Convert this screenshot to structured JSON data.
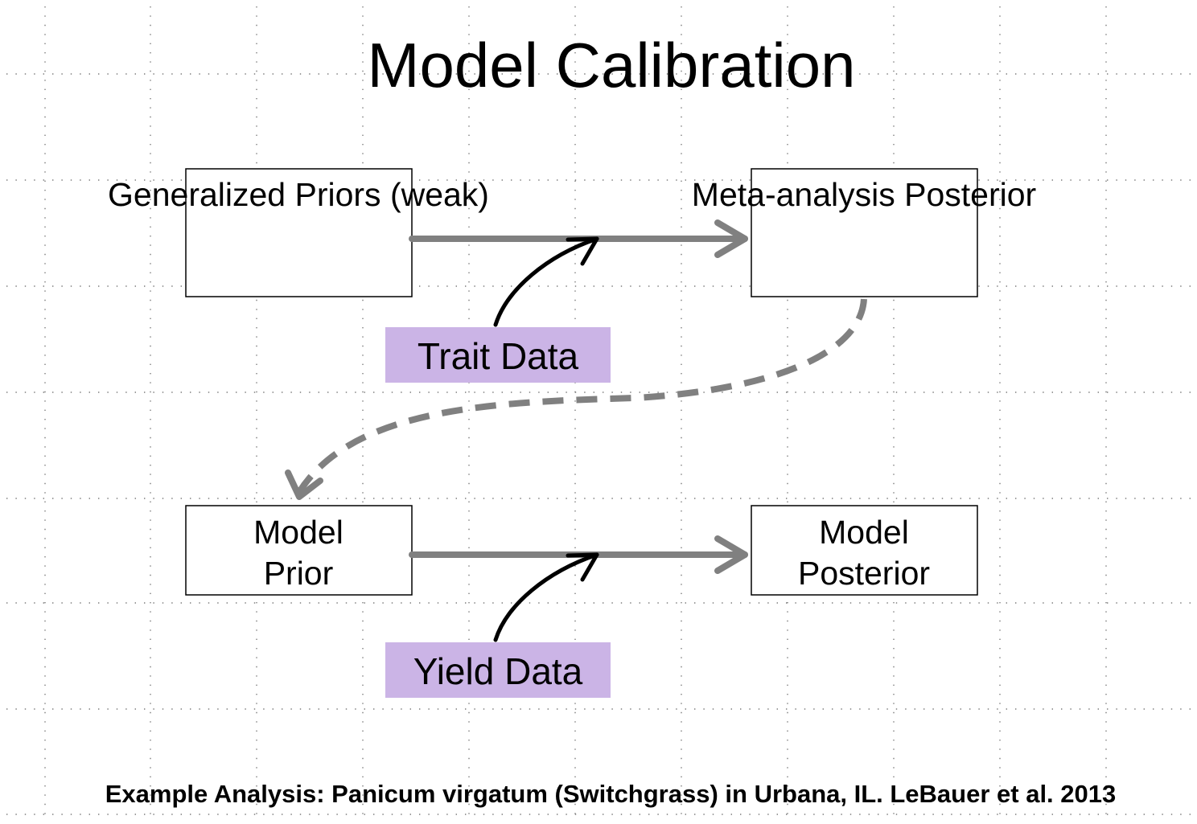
{
  "title": "Model Calibration",
  "nodes": {
    "generalized_priors": {
      "label": "Generalized Priors (weak)"
    },
    "meta_analysis_posterior": {
      "label": "Meta-analysis Posterior"
    },
    "model_prior": {
      "line1": "Model",
      "line2": "Prior"
    },
    "model_posterior": {
      "line1": "Model",
      "line2": "Posterior"
    },
    "trait_data": {
      "label": "Trait Data"
    },
    "yield_data": {
      "label": "Yield Data"
    }
  },
  "colors": {
    "data_box_fill": "#cbb4e6",
    "flow_arrow": "#808080",
    "data_arrow": "#000000",
    "grid": "#7a7a7a"
  },
  "footer": "Example Analysis: Panicum virgatum (Switchgrass) in Urbana, IL. LeBauer et al. 2013"
}
